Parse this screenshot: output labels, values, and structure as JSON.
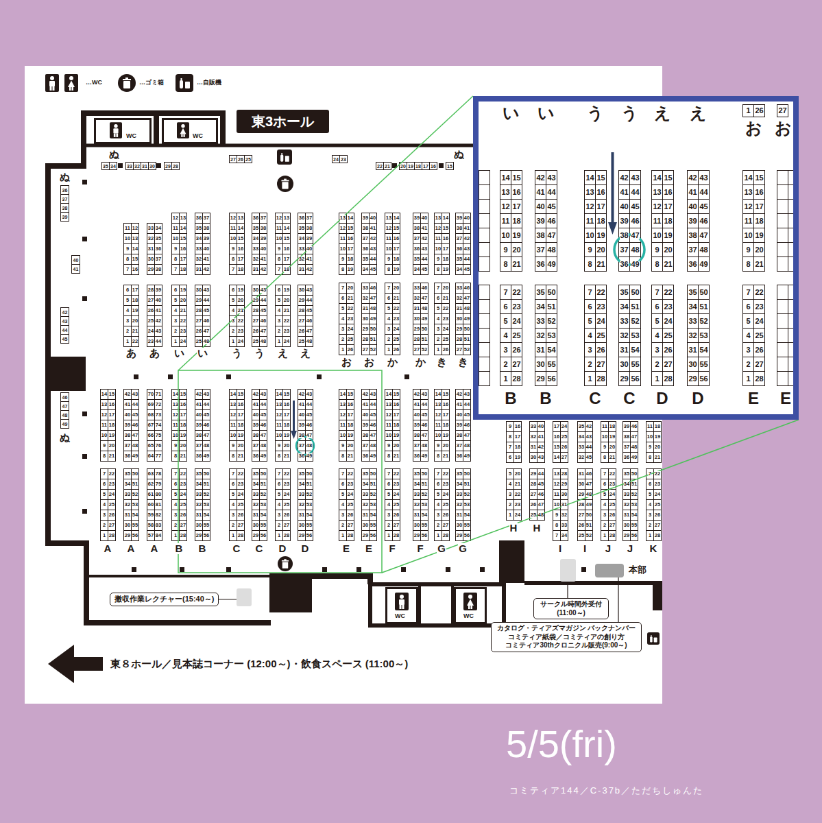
{
  "diagram": {
    "title": "東3ホール",
    "caption": "コミティア144／C-37b／ただちしゅんた",
    "nodes": [
      {
        "text": [
          "撤収作業レクチャー(15:40～)"
        ]
      },
      {
        "text": [
          "サークル時間外受付 (11:00～)"
        ]
      },
      {
        "text": [
          "カタログ・ティアズマガジン バックナンバー コミティア紙袋／コミティアの創り方 コミティア30thクロニクル販売(9:00～)"
        ]
      },
      {
        "text": [
          "WC"
        ]
      },
      {
        "text": [
          "WC"
        ]
      },
      {
        "text": [
          "WC"
        ]
      },
      {
        "text": [
          "WC"
        ]
      }
    ],
    "labels": [
      "ぬ",
      "ぬ",
      "35",
      "34",
      "33",
      "32",
      "31",
      "30",
      "29",
      "28",
      "27",
      "26",
      "25",
      "24",
      "23",
      "22",
      "21",
      "20",
      "19",
      "18",
      "17",
      "16",
      "15",
      "ぬ",
      "36",
      "37",
      "38",
      "39",
      "40",
      "41",
      "42",
      "43",
      "44",
      "45",
      "46",
      "47",
      "48",
      "49",
      "ぬ",
      "11",
      "12",
      "10",
      "13",
      "9",
      "14",
      "8",
      "15",
      "7",
      "16",
      "6",
      "17",
      "5",
      "18",
      "4",
      "19",
      "3",
      "20",
      "2",
      "21",
      "1",
      "22",
      "33",
      "34",
      "32",
      "35",
      "31",
      "36",
      "30",
      "37",
      "29",
      "38",
      "28",
      "39",
      "27",
      "40",
      "26",
      "41",
      "25",
      "42",
      "24",
      "43",
      "23",
      "44",
      "12",
      "13",
      "11",
      "14",
      "10",
      "15",
      "9",
      "16",
      "8",
      "17",
      "7",
      "18",
      "6",
      "19",
      "5",
      "20",
      "4",
      "21",
      "3",
      "22",
      "2",
      "23",
      "1",
      "24",
      "36",
      "37",
      "35",
      "38",
      "34",
      "39",
      "33",
      "40",
      "32",
      "41",
      "31",
      "42",
      "30",
      "43",
      "29",
      "44",
      "28",
      "45",
      "27",
      "46",
      "26",
      "47",
      "25",
      "48",
      "12",
      "13",
      "11",
      "14",
      "10",
      "15",
      "9",
      "16",
      "8",
      "17",
      "7",
      "18",
      "6",
      "19",
      "5",
      "20",
      "4",
      "21",
      "3",
      "22",
      "2",
      "23",
      "1",
      "24",
      "36",
      "37",
      "35",
      "38",
      "34",
      "39",
      "33",
      "40",
      "32",
      "41",
      "31",
      "42",
      "30",
      "43",
      "29",
      "44",
      "28",
      "45",
      "27",
      "46",
      "26",
      "47",
      "25",
      "48",
      "12",
      "13",
      "11",
      "14",
      "10",
      "15",
      "9",
      "16",
      "8",
      "17",
      "7",
      "18",
      "6",
      "19",
      "5",
      "20",
      "4",
      "21",
      "3",
      "22",
      "2",
      "23",
      "1",
      "24",
      "36",
      "37",
      "35",
      "38",
      "34",
      "39",
      "33",
      "40",
      "32",
      "41",
      "31",
      "42",
      "30",
      "43",
      "29",
      "44",
      "28",
      "45",
      "27",
      "46",
      "26",
      "47",
      "25",
      "48",
      "13",
      "14",
      "12",
      "15",
      "11",
      "16",
      "10",
      "17",
      "9",
      "18",
      "8",
      "19",
      "7",
      "20",
      "6",
      "21",
      "5",
      "22",
      "4",
      "23",
      "3",
      "24",
      "2",
      "25",
      "1",
      "26",
      "39",
      "40",
      "38",
      "41",
      "37",
      "42",
      "36",
      "43",
      "35",
      "44",
      "34",
      "45",
      "33",
      "46",
      "32",
      "47",
      "31",
      "48",
      "30",
      "49",
      "29",
      "50",
      "28",
      "51",
      "27",
      "52",
      "13",
      "14",
      "12",
      "15",
      "11",
      "16",
      "10",
      "17",
      "9",
      "18",
      "8",
      "19",
      "7",
      "20",
      "6",
      "21",
      "5",
      "22",
      "4",
      "23",
      "3",
      "24",
      "2",
      "25",
      "1",
      "26",
      "39",
      "40",
      "38",
      "41",
      "37",
      "42",
      "36",
      "43",
      "35",
      "44",
      "34",
      "45",
      "33",
      "46",
      "32",
      "47",
      "31",
      "48",
      "30",
      "49",
      "29",
      "50",
      "28",
      "51",
      "27",
      "52",
      "13",
      "14",
      "12",
      "15",
      "11",
      "16",
      "10",
      "17",
      "9",
      "18",
      "8",
      "19",
      "7",
      "20",
      "6",
      "21",
      "5",
      "22",
      "4",
      "23",
      "3",
      "24",
      "2",
      "25",
      "1",
      "26",
      "39",
      "40",
      "38",
      "41",
      "37",
      "42",
      "36",
      "43",
      "35",
      "44",
      "34",
      "45",
      "33",
      "46",
      "32",
      "47",
      "31",
      "48",
      "30",
      "49",
      "29",
      "50",
      "28",
      "51",
      "27",
      "52",
      "あ",
      "あ",
      "い",
      "い",
      "う",
      "う",
      "え",
      "え",
      "お",
      "お",
      "か",
      "か",
      "き",
      "き",
      "14",
      "15",
      "13",
      "16",
      "12",
      "17",
      "11",
      "18",
      "10",
      "19",
      "9",
      "20",
      "8",
      "21",
      "7",
      "22",
      "6",
      "23",
      "5",
      "24",
      "4",
      "25",
      "3",
      "26",
      "2",
      "27",
      "1",
      "28",
      "42",
      "43",
      "41",
      "44",
      "40",
      "45",
      "39",
      "46",
      "38",
      "47",
      "37",
      "48",
      "36",
      "49",
      "35",
      "50",
      "34",
      "51",
      "33",
      "52",
      "32",
      "53",
      "31",
      "54",
      "30",
      "55",
      "29",
      "56",
      "70",
      "71",
      "69",
      "72",
      "68",
      "73",
      "67",
      "74",
      "66",
      "75",
      "65",
      "76",
      "64",
      "77",
      "63",
      "78",
      "62",
      "79",
      "61",
      "80",
      "60",
      "81",
      "59",
      "82",
      "58",
      "83",
      "57",
      "84",
      "14",
      "15",
      "13",
      "16",
      "12",
      "17",
      "11",
      "18",
      "10",
      "19",
      "9",
      "20",
      "8",
      "21",
      "7",
      "22",
      "6",
      "23",
      "5",
      "24",
      "4",
      "25",
      "3",
      "26",
      "2",
      "27",
      "1",
      "28",
      "42",
      "43",
      "41",
      "44",
      "40",
      "45",
      "39",
      "46",
      "38",
      "47",
      "37",
      "48",
      "36",
      "49",
      "35",
      "50",
      "34",
      "51",
      "33",
      "52",
      "32",
      "53",
      "31",
      "54",
      "30",
      "55",
      "29",
      "56",
      "14",
      "15",
      "13",
      "16",
      "12",
      "17",
      "11",
      "18",
      "10",
      "19",
      "9",
      "20",
      "8",
      "21",
      "7",
      "22",
      "6",
      "23",
      "5",
      "24",
      "4",
      "25",
      "3",
      "26",
      "2",
      "27",
      "1",
      "28",
      "42",
      "43",
      "41",
      "44",
      "40",
      "45",
      "39",
      "46",
      "38",
      "47",
      "37",
      "48",
      "36",
      "49",
      "35",
      "50",
      "34",
      "51",
      "33",
      "52",
      "32",
      "53",
      "31",
      "54",
      "30",
      "55",
      "29",
      "56",
      "14",
      "15",
      "13",
      "16",
      "12",
      "17",
      "11",
      "18",
      "10",
      "19",
      "9",
      "20",
      "8",
      "21",
      "7",
      "22",
      "6",
      "23",
      "5",
      "24",
      "4",
      "25",
      "3",
      "26",
      "2",
      "27",
      "1",
      "28",
      "42",
      "43",
      "41",
      "44",
      "40",
      "45",
      "39",
      "46",
      "38",
      "47",
      "37",
      "48",
      "36",
      "49",
      "35",
      "50",
      "34",
      "51",
      "33",
      "52",
      "32",
      "53",
      "31",
      "54",
      "30",
      "55",
      "29",
      "56",
      "14",
      "15",
      "13",
      "16",
      "12",
      "17",
      "11",
      "18",
      "10",
      "19",
      "9",
      "20",
      "8",
      "21",
      "7",
      "22",
      "6",
      "23",
      "5",
      "24",
      "4",
      "25",
      "3",
      "26",
      "2",
      "27",
      "1",
      "28",
      "42",
      "43",
      "41",
      "44",
      "40",
      "45",
      "39",
      "46",
      "38",
      "47",
      "37",
      "48",
      "36",
      "49",
      "35",
      "50",
      "34",
      "51",
      "33",
      "52",
      "32",
      "53",
      "31",
      "54",
      "30",
      "55",
      "29",
      "56",
      "14",
      "15",
      "13",
      "16",
      "12",
      "17",
      "11",
      "18",
      "10",
      "19",
      "9",
      "20",
      "8",
      "21",
      "7",
      "22",
      "6",
      "23",
      "5",
      "24",
      "4",
      "25",
      "3",
      "26",
      "2",
      "27",
      "1",
      "28",
      "42",
      "43",
      "41",
      "44",
      "40",
      "45",
      "39",
      "46",
      "38",
      "47",
      "37",
      "48",
      "36",
      "49",
      "35",
      "50",
      "34",
      "51",
      "33",
      "52",
      "32",
      "53",
      "31",
      "54",
      "30",
      "55",
      "29",
      "56",
      "14",
      "15",
      "13",
      "16",
      "12",
      "17",
      "11",
      "18",
      "10",
      "19",
      "9",
      "20",
      "8",
      "21",
      "7",
      "22",
      "6",
      "23",
      "5",
      "24",
      "4",
      "25",
      "3",
      "26",
      "2",
      "27",
      "1",
      "28",
      "42",
      "43",
      "41",
      "44",
      "40",
      "45",
      "39",
      "46",
      "38",
      "47",
      "37",
      "48",
      "36",
      "49",
      "35",
      "50",
      "34",
      "51",
      "33",
      "52",
      "32",
      "53",
      "31",
      "54",
      "30",
      "55",
      "29",
      "56",
      "9",
      "16",
      "8",
      "17",
      "7",
      "18",
      "6",
      "19",
      "5",
      "20",
      "4",
      "21",
      "3",
      "22",
      "2",
      "23",
      "1",
      "24",
      "33",
      "40",
      "32",
      "41",
      "31",
      "42",
      "30",
      "43",
      "29",
      "44",
      "28",
      "45",
      "27",
      "46",
      "26",
      "47",
      "25",
      "48",
      "17",
      "24",
      "16",
      "25",
      "15",
      "26",
      "14",
      "27",
      "13",
      "28",
      "12",
      "29",
      "11",
      "30",
      "10",
      "31",
      "9",
      "32",
      "8",
      "33",
      "7",
      "34",
      "35",
      "42",
      "34",
      "43",
      "33",
      "44",
      "32",
      "45",
      "31",
      "46",
      "30",
      "47",
      "29",
      "48",
      "28",
      "49",
      "27",
      "50",
      "26",
      "51",
      "25",
      "52",
      "11",
      "18",
      "10",
      "19",
      "9",
      "20",
      "8",
      "21",
      "7",
      "22",
      "6",
      "23",
      "5",
      "24",
      "4",
      "25",
      "3",
      "26",
      "2",
      "27",
      "1",
      "28",
      "39",
      "46",
      "38",
      "47",
      "37",
      "48",
      "36",
      "49",
      "35",
      "50",
      "34",
      "51",
      "33",
      "52",
      "32",
      "53",
      "31",
      "54",
      "30",
      "55",
      "29",
      "56",
      "11",
      "18",
      "10",
      "19",
      "9",
      "20",
      "8",
      "21",
      "7",
      "22",
      "6",
      "23",
      "5",
      "24",
      "4",
      "25",
      "3",
      "26",
      "2",
      "27",
      "1",
      "28",
      "A",
      "A",
      "A",
      "B",
      "B",
      "C",
      "C",
      "D",
      "D",
      "E",
      "E",
      "F",
      "F",
      "G",
      "G",
      "H",
      "H",
      "I",
      "I",
      "J",
      "J",
      "K",
      "い",
      "い",
      "う",
      "う",
      "え",
      "え",
      "1",
      "26",
      "27",
      "お",
      "お",
      "14",
      "15",
      "13",
      "16",
      "12",
      "17",
      "11",
      "18",
      "10",
      "19",
      "9",
      "20",
      "8",
      "21",
      "7",
      "22",
      "6",
      "23",
      "5",
      "24",
      "4",
      "25",
      "3",
      "26",
      "2",
      "27",
      "1",
      "28",
      "42",
      "43",
      "41",
      "44",
      "40",
      "45",
      "39",
      "46",
      "38",
      "47",
      "37",
      "48",
      "36",
      "49",
      "35",
      "50",
      "34",
      "51",
      "33",
      "52",
      "32",
      "53",
      "31",
      "54",
      "30",
      "55",
      "29",
      "56",
      "14",
      "15",
      "13",
      "16",
      "12",
      "17",
      "11",
      "18",
      "10",
      "19",
      "9",
      "20",
      "8",
      "21",
      "7",
      "22",
      "6",
      "23",
      "5",
      "24",
      "4",
      "25",
      "3",
      "26",
      "2",
      "27",
      "1",
      "28",
      "42",
      "43",
      "41",
      "44",
      "40",
      "45",
      "39",
      "46",
      "38",
      "47",
      "37",
      "48",
      "36",
      "49",
      "35",
      "50",
      "34",
      "51",
      "33",
      "52",
      "32",
      "53",
      "31",
      "54",
      "30",
      "55",
      "29",
      "56",
      "14",
      "15",
      "13",
      "16",
      "12",
      "17",
      "11",
      "18",
      "10",
      "19",
      "9",
      "20",
      "8",
      "21",
      "7",
      "22",
      "6",
      "23",
      "5",
      "24",
      "4",
      "25",
      "3",
      "26",
      "2",
      "27",
      "1",
      "28",
      "42",
      "43",
      "41",
      "44",
      "40",
      "45",
      "39",
      "46",
      "38",
      "47",
      "37",
      "48",
      "36",
      "49",
      "35",
      "50",
      "34",
      "51",
      "33",
      "52",
      "32",
      "53",
      "31",
      "54",
      "30",
      "55",
      "29",
      "56",
      "14",
      "15",
      "13",
      "16",
      "12",
      "17",
      "11",
      "18",
      "10",
      "19",
      "9",
      "20",
      "8",
      "21",
      "7",
      "22",
      "6",
      "23",
      "5",
      "24",
      "4",
      "25",
      "3",
      "26",
      "2",
      "27",
      "1",
      "28",
      "B",
      "B",
      "C",
      "C",
      "D",
      "D",
      "E",
      "E",
      "本部",
      "東８ホール／見本誌コーナー (12:00～)・飲食スペース (11:00～)",
      "5/5(fri)"
    ],
    "legend": [
      {
        "text": "…WC"
      },
      {
        "text": "…ゴミ箱"
      },
      {
        "text": "…自販機"
      }
    ]
  }
}
